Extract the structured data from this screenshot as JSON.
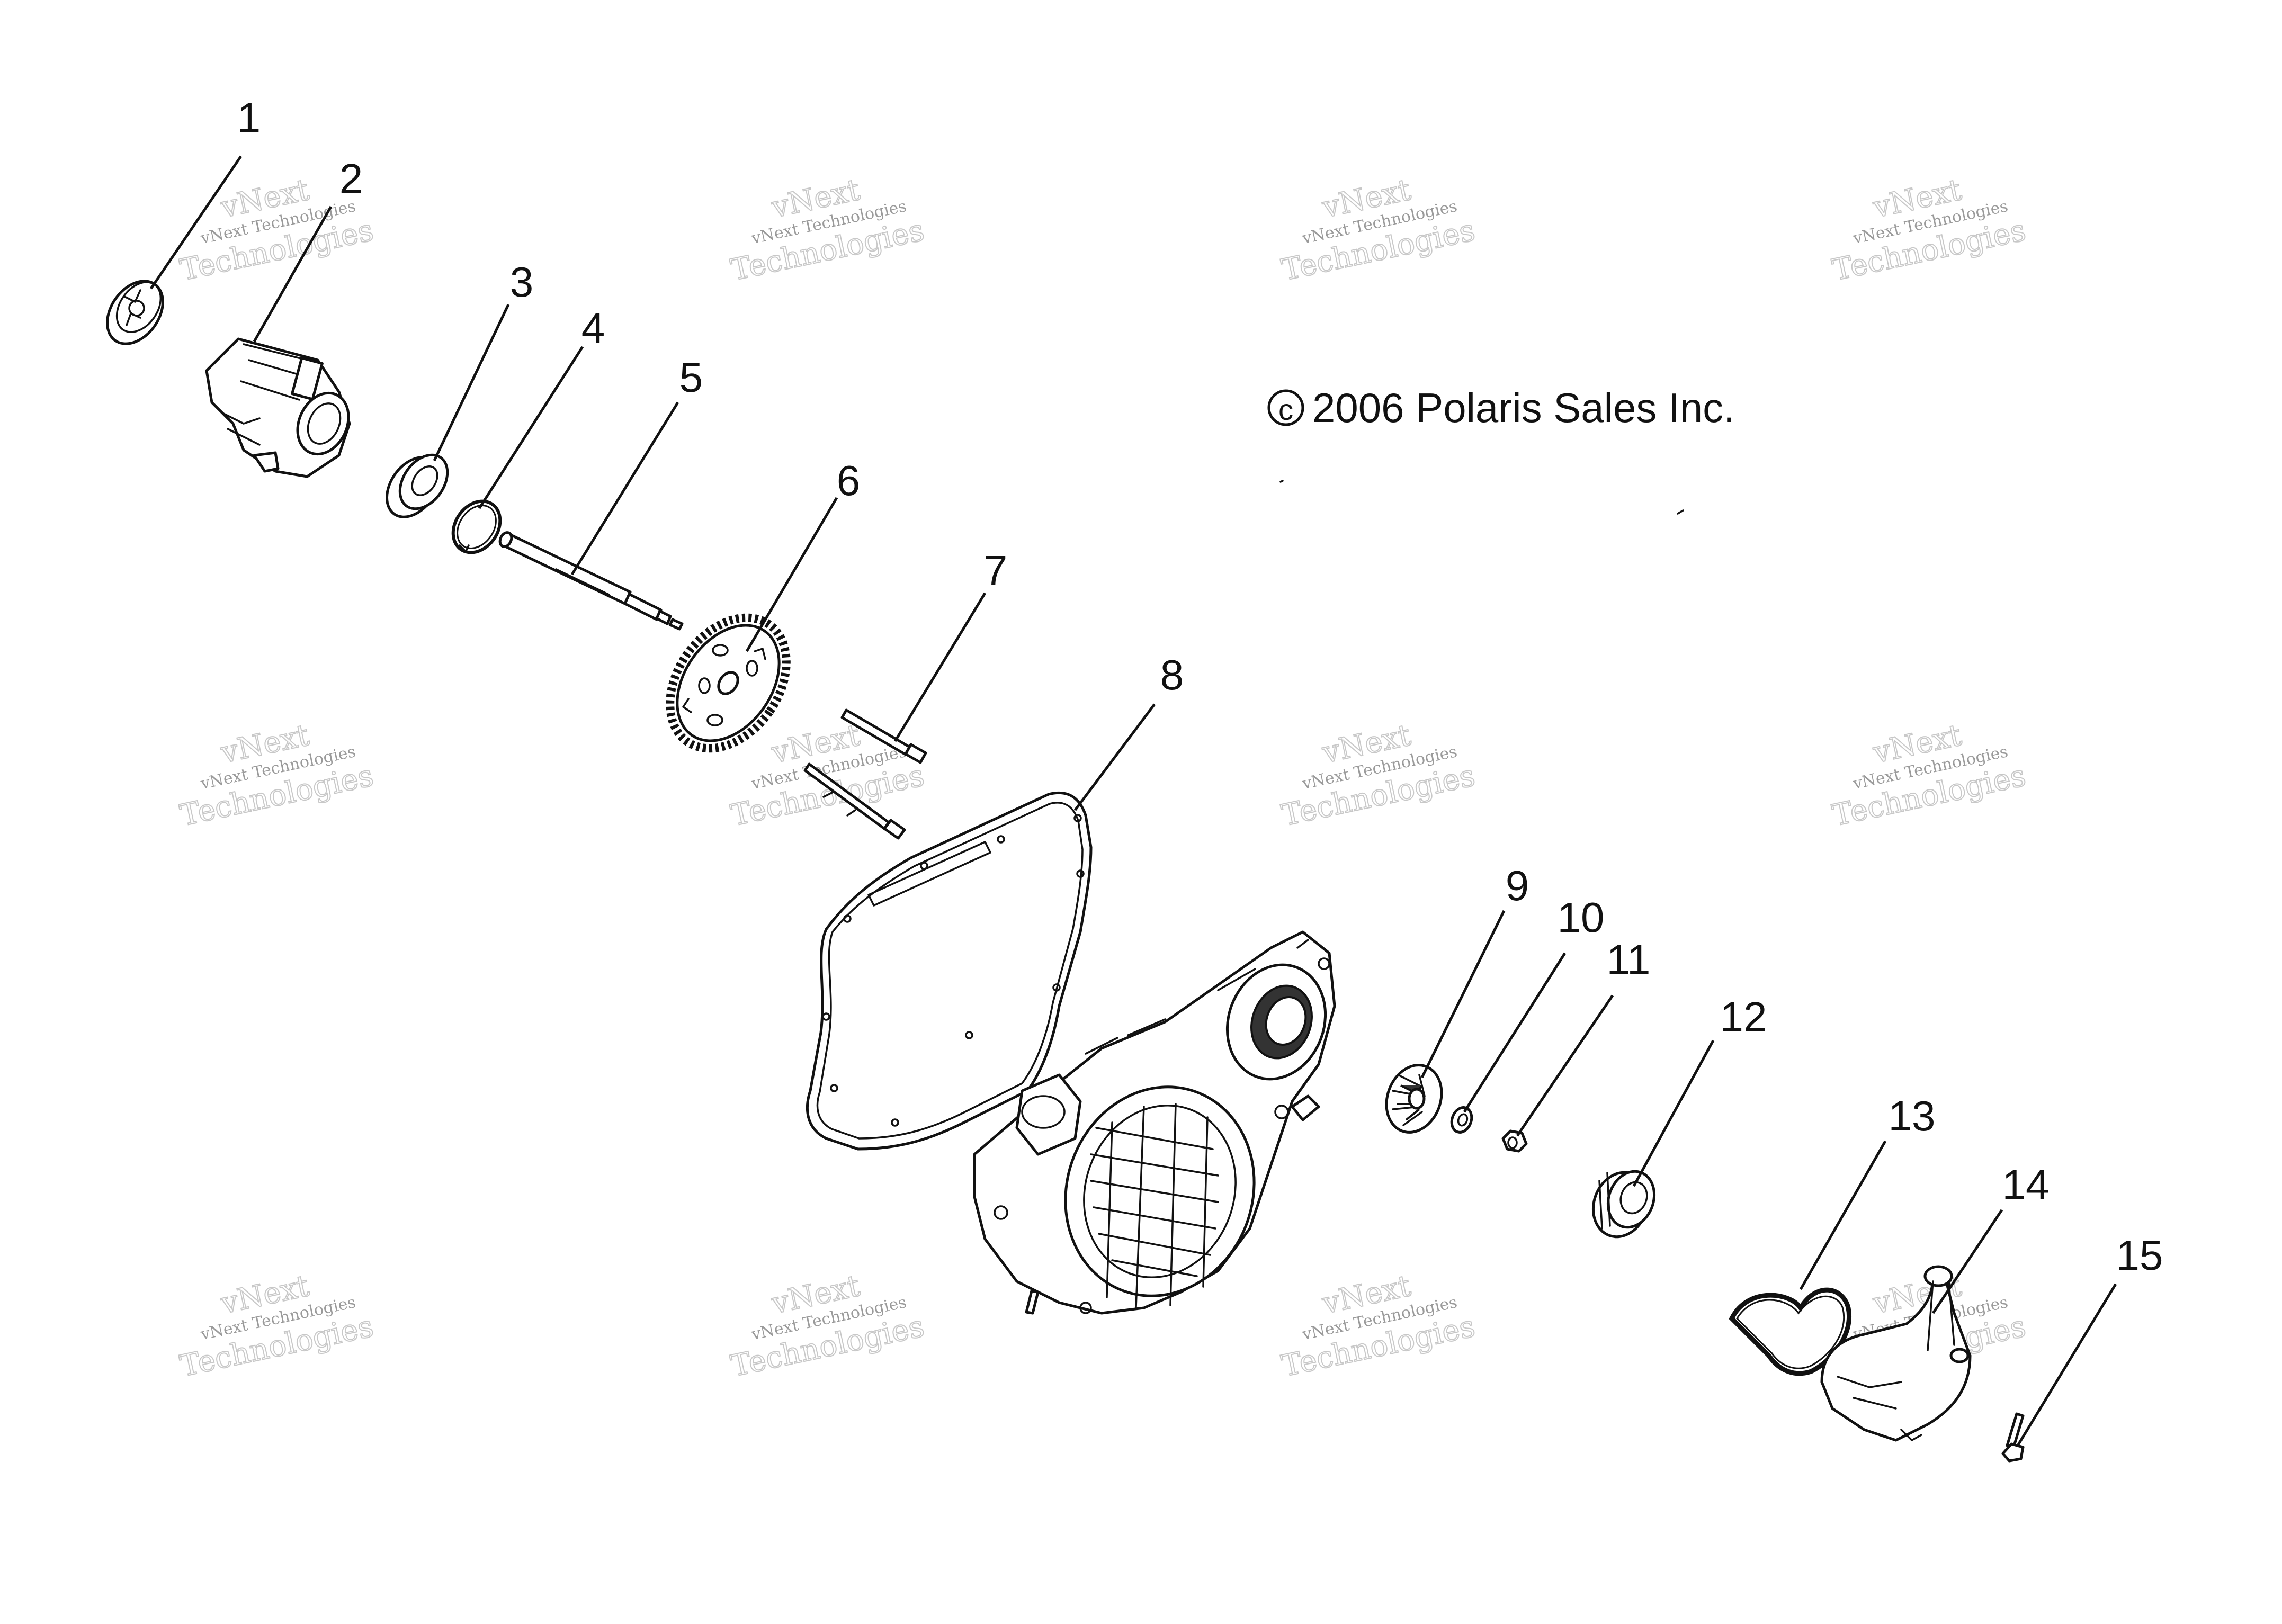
{
  "copyright": "2006 Polaris Sales Inc.",
  "copyright_symbol": "c",
  "watermark": {
    "line1": "vNext",
    "line2": "vNext Technologies",
    "line3": "Technologies"
  },
  "callouts": [
    {
      "number": "1"
    },
    {
      "number": "2"
    },
    {
      "number": "3"
    },
    {
      "number": "4"
    },
    {
      "number": "5"
    },
    {
      "number": "6"
    },
    {
      "number": "7"
    },
    {
      "number": "8"
    },
    {
      "number": "9"
    },
    {
      "number": "10"
    },
    {
      "number": "11"
    },
    {
      "number": "12"
    },
    {
      "number": "13"
    },
    {
      "number": "14"
    },
    {
      "number": "15"
    }
  ]
}
